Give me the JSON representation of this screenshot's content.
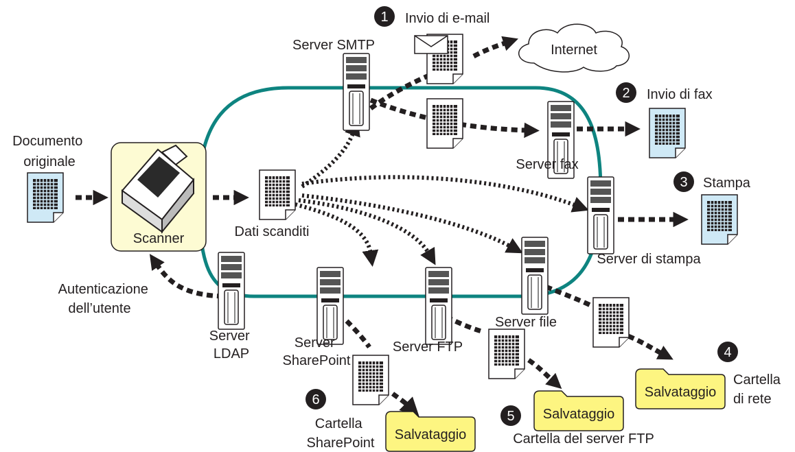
{
  "labels": {
    "documento": [
      "Documento",
      "originale"
    ],
    "scanner": "Scanner",
    "autenticazione": [
      "Autenticazione",
      "dell’utente"
    ],
    "ldap": [
      "Server",
      "LDAP"
    ],
    "dati": "Dati scanditi",
    "smtp": "Server SMTP",
    "internet": "Internet",
    "fax_server": "Server fax",
    "stampa_server": "Server di stampa",
    "file_server": "Server file",
    "ftp_server": "Server FTP",
    "sharepoint_server": [
      "Server",
      "SharePoint"
    ]
  },
  "outputs": [
    {
      "num": "1",
      "label": "Invio di e-mail"
    },
    {
      "num": "2",
      "label": "Invio di fax"
    },
    {
      "num": "3",
      "label": "Stampa"
    },
    {
      "num": "4",
      "label": [
        "Cartella",
        "di rete"
      ],
      "folder": "Salvataggio"
    },
    {
      "num": "5",
      "label": "Cartella del server FTP",
      "folder": "Salvataggio"
    },
    {
      "num": "6",
      "label": [
        "Cartella",
        "SharePoint"
      ],
      "folder": "Salvataggio"
    }
  ],
  "colors": {
    "network": "#0e8480",
    "scanner_box": "#fdfbd3",
    "document": "#cfe9f6",
    "folder": "#fdf581",
    "text": "#231f20"
  }
}
